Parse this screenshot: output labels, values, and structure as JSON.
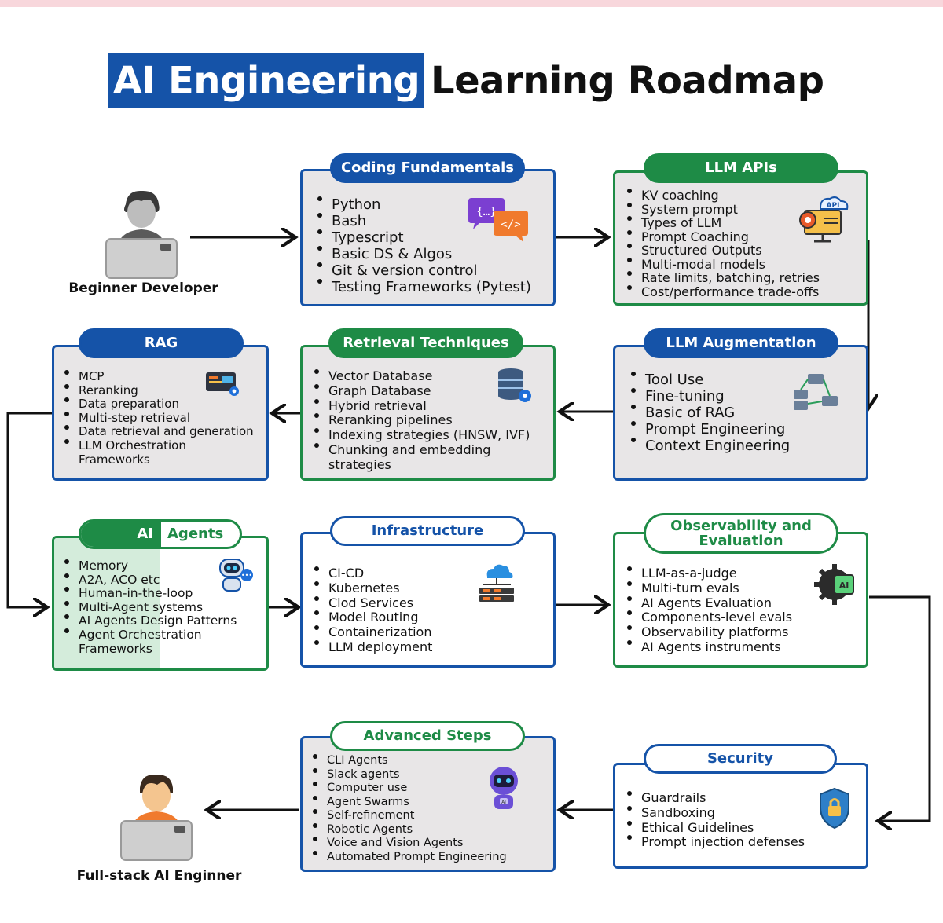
{
  "title": {
    "highlight": "AI Engineering",
    "rest": "Learning Roadmap"
  },
  "people": {
    "start": "Beginner Developer",
    "end": "Full-stack AI Enginner"
  },
  "colors": {
    "blue": "#1553a8",
    "green": "#1e8b46",
    "box_bg": "#e8e6e7"
  },
  "boxes": {
    "coding": {
      "title": "Coding Fundamentals",
      "icon": "code-chat-icon",
      "items": [
        "Python",
        "Bash",
        "Typescript",
        "Basic DS & Algos",
        "Git & version control",
        "Testing Frameworks (Pytest)"
      ]
    },
    "llm_apis": {
      "title": "LLM APIs",
      "icon": "api-gear-icon",
      "items": [
        "KV coaching",
        "System prompt",
        "Types of LLM",
        "Prompt Coaching",
        "Structured Outputs",
        "Multi-modal models",
        "Rate limits, batching, retries",
        "Cost/performance trade-offs"
      ]
    },
    "rag": {
      "title": "RAG",
      "icon": "dashboard-gear-icon",
      "items": [
        "MCP",
        "Reranking",
        "Data preparation",
        "Multi-step retrieval",
        "Data retrieval and generation",
        "LLM Orchestration Frameworks"
      ]
    },
    "retrieval": {
      "title": "Retrieval Techniques",
      "icon": "database-gear-icon",
      "items": [
        "Vector Database",
        "Graph Database",
        "Hybrid retrieval",
        "Reranking pipelines",
        "Indexing strategies (HNSW, IVF)",
        "Chunking and embedding strategies"
      ]
    },
    "augmentation": {
      "title": "LLM Augmentation",
      "icon": "server-network-icon",
      "items": [
        "Tool Use",
        "Fine-tuning",
        "Basic of RAG",
        "Prompt Engineering",
        "Context Engineering"
      ]
    },
    "agents": {
      "title_a": "AI",
      "title_b": "Agents",
      "icon": "robot-icon",
      "items": [
        "Memory",
        "A2A, ACO etc",
        "Human-in-the-loop",
        "Multi-Agent systems",
        "AI Agents Design Patterns",
        "Agent Orchestration Frameworks"
      ]
    },
    "infra": {
      "title": "Infrastructure",
      "icon": "cloud-server-icon",
      "items": [
        "CI-CD",
        "Kubernetes",
        "Clod Services",
        "Model Routing",
        "Containerization",
        "LLM deployment"
      ]
    },
    "observability": {
      "title": "Observability and Evaluation",
      "icon": "ai-gear-icon",
      "items": [
        "LLM-as-a-judge",
        "Multi-turn evals",
        "AI Agents Evaluation",
        "Components-level evals",
        "Observability platforms",
        "AI Agents instruments"
      ]
    },
    "advanced": {
      "title": "Advanced Steps",
      "icon": "robot-ai-icon",
      "items": [
        "CLI Agents",
        "Slack agents",
        "Computer use",
        "Agent Swarms",
        "Self-refinement",
        "Robotic Agents",
        "Voice and Vision Agents",
        "Automated Prompt Engineering"
      ]
    },
    "security": {
      "title": "Security",
      "icon": "shield-lock-icon",
      "items": [
        "Guardrails",
        "Sandboxing",
        "Ethical Guidelines",
        "Prompt injection defenses"
      ]
    }
  }
}
